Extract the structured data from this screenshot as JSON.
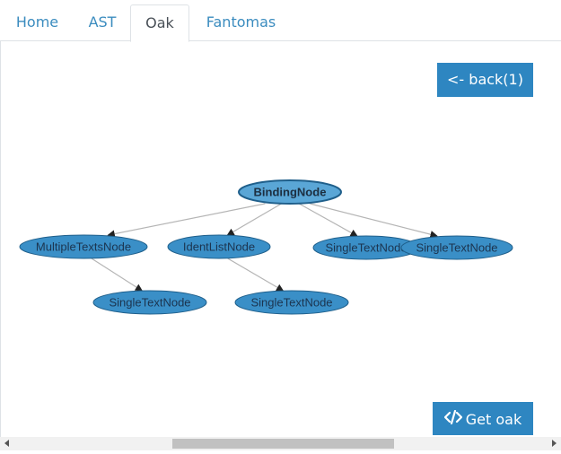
{
  "tabs": [
    {
      "label": "Home",
      "active": false
    },
    {
      "label": "AST",
      "active": false
    },
    {
      "label": "Oak",
      "active": true
    },
    {
      "label": "Fantomas",
      "active": false
    }
  ],
  "buttons": {
    "back_label": "<- back(1)",
    "get_oak_label": "Get oak",
    "get_oak_icon": "code-icon"
  },
  "graph": {
    "nodes": [
      {
        "id": "root",
        "label": "BindingNode",
        "root": true
      },
      {
        "id": "n1",
        "label": "MultipleTextsNode"
      },
      {
        "id": "n2",
        "label": "IdentListNode"
      },
      {
        "id": "n3",
        "label": "SingleTextNode"
      },
      {
        "id": "n4",
        "label": "SingleTextNode"
      },
      {
        "id": "n5",
        "label": "SingleTextNode"
      },
      {
        "id": "n6",
        "label": "SingleTextNode"
      }
    ],
    "edges": [
      [
        "root",
        "n1"
      ],
      [
        "root",
        "n2"
      ],
      [
        "root",
        "n3"
      ],
      [
        "root",
        "n4"
      ],
      [
        "n1",
        "n5"
      ],
      [
        "n2",
        "n6"
      ]
    ]
  },
  "colors": {
    "accent": "#2e86c1",
    "node_fill": "#3a8fc7",
    "root_fill": "#5aa6d6",
    "node_stroke": "#1f5f8b",
    "edge": "#b5b5b5"
  }
}
